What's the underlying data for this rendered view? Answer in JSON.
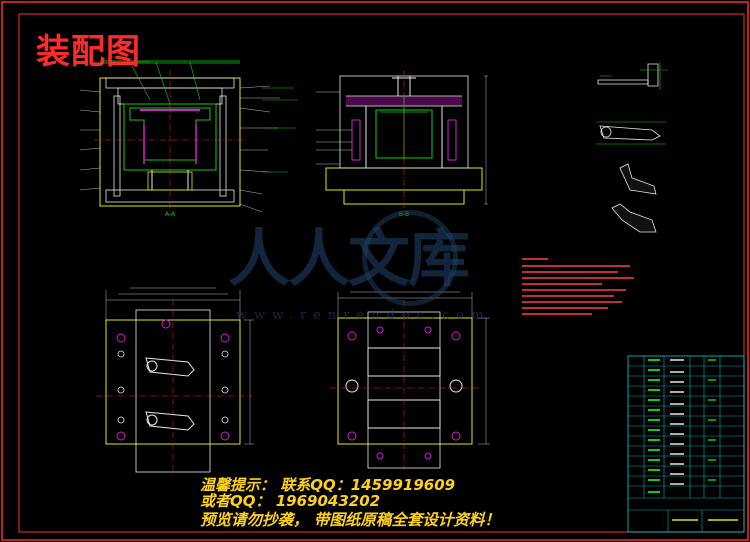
{
  "title": "装配图",
  "watermark": {
    "text": "人人文库",
    "url": "www.renrendoc.com"
  },
  "notice": {
    "line1": "温馨提示：  联系QQ：1459919609",
    "line2": "或者QQ：  1969043202",
    "line3": "预览请勿抄袭，  带图纸原稿全套设计资料！"
  },
  "section_labels": {
    "a": "A-A",
    "b": "B-B"
  },
  "colors": {
    "background": "#000000",
    "frame": "#ff2a2a",
    "title": "#ff2a2a",
    "drawing_yellow": "#e6e60a",
    "drawing_green": "#14c814",
    "drawing_magenta": "#d21ed2",
    "drawing_white": "#e6e6e6",
    "notice": "#ffd21a",
    "watermark": "#20466e",
    "table": "#00d4d4"
  }
}
